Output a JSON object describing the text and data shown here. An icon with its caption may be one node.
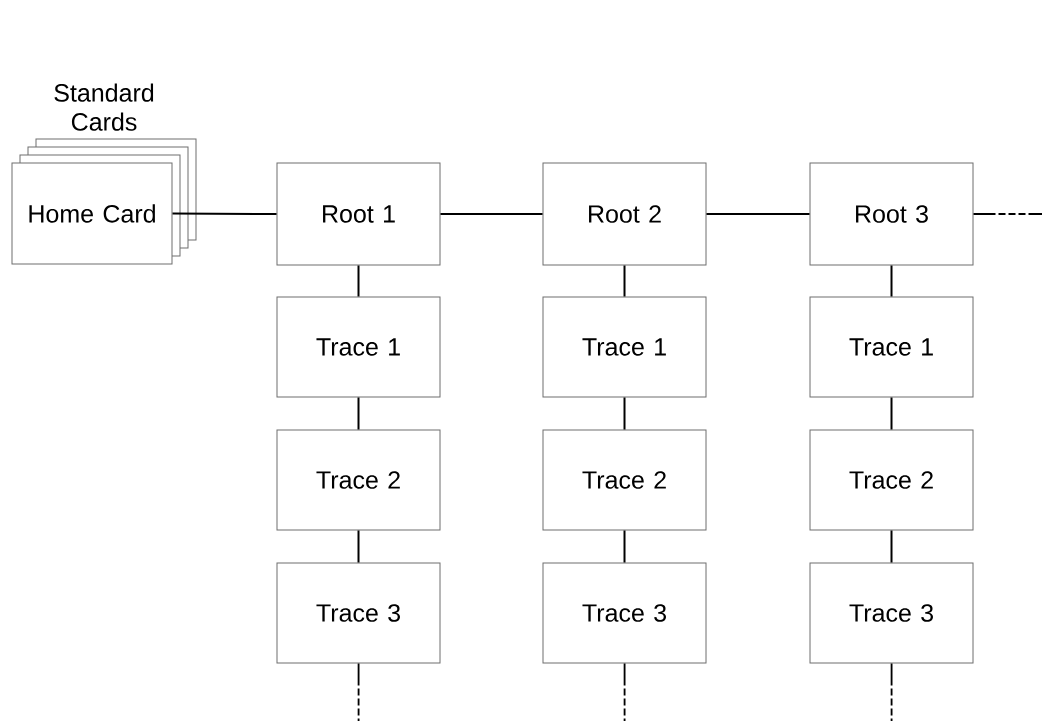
{
  "diagram": {
    "nodes": [
      {
        "text": [
          "Home Card"
        ],
        "beside": [
          "Standard Cards"
        ]
      },
      {
        "text": [
          "Root 1"
        ]
      },
      {
        "text": [
          "Trace 1"
        ]
      },
      {
        "text": [
          "Trace 2"
        ]
      },
      {
        "text": [
          "Trace 3"
        ]
      },
      {
        "text": [
          "Root 2"
        ]
      },
      {
        "text": [
          "Trace 1"
        ]
      },
      {
        "text": [
          "Trace 2"
        ]
      },
      {
        "text": [
          "Trace 3"
        ]
      },
      {
        "text": [
          "Root 3"
        ]
      },
      {
        "text": [
          "Trace 1"
        ]
      },
      {
        "text": [
          "Trace 2"
        ]
      },
      {
        "text": [
          "Trace 3"
        ]
      }
    ],
    "edges": [
      {
        "from": 0,
        "to": 1,
        "arrow": "none"
      },
      {
        "from": 1,
        "to": 5,
        "arrow": "none"
      },
      {
        "from": 5,
        "to": 9,
        "arrow": "none"
      },
      {
        "from": 9,
        "to": null,
        "arrow": "none",
        "style": "dashed"
      },
      {
        "from": 1,
        "to": 2,
        "arrow": "none"
      },
      {
        "from": 2,
        "to": 3,
        "arrow": "none"
      },
      {
        "from": 3,
        "to": 4,
        "arrow": "none"
      },
      {
        "from": 4,
        "to": null,
        "arrow": "none",
        "style": "dashed"
      },
      {
        "from": 5,
        "to": 6,
        "arrow": "none"
      },
      {
        "from": 6,
        "to": 7,
        "arrow": "none"
      },
      {
        "from": 7,
        "to": 8,
        "arrow": "none"
      },
      {
        "from": 8,
        "to": null,
        "arrow": "none",
        "style": "dashed"
      },
      {
        "from": 9,
        "to": 10,
        "arrow": "none"
      },
      {
        "from": 10,
        "to": 11,
        "arrow": "none"
      },
      {
        "from": 11,
        "to": 12,
        "arrow": "none"
      },
      {
        "from": 12,
        "to": null,
        "arrow": "none",
        "style": "dashed"
      }
    ]
  }
}
